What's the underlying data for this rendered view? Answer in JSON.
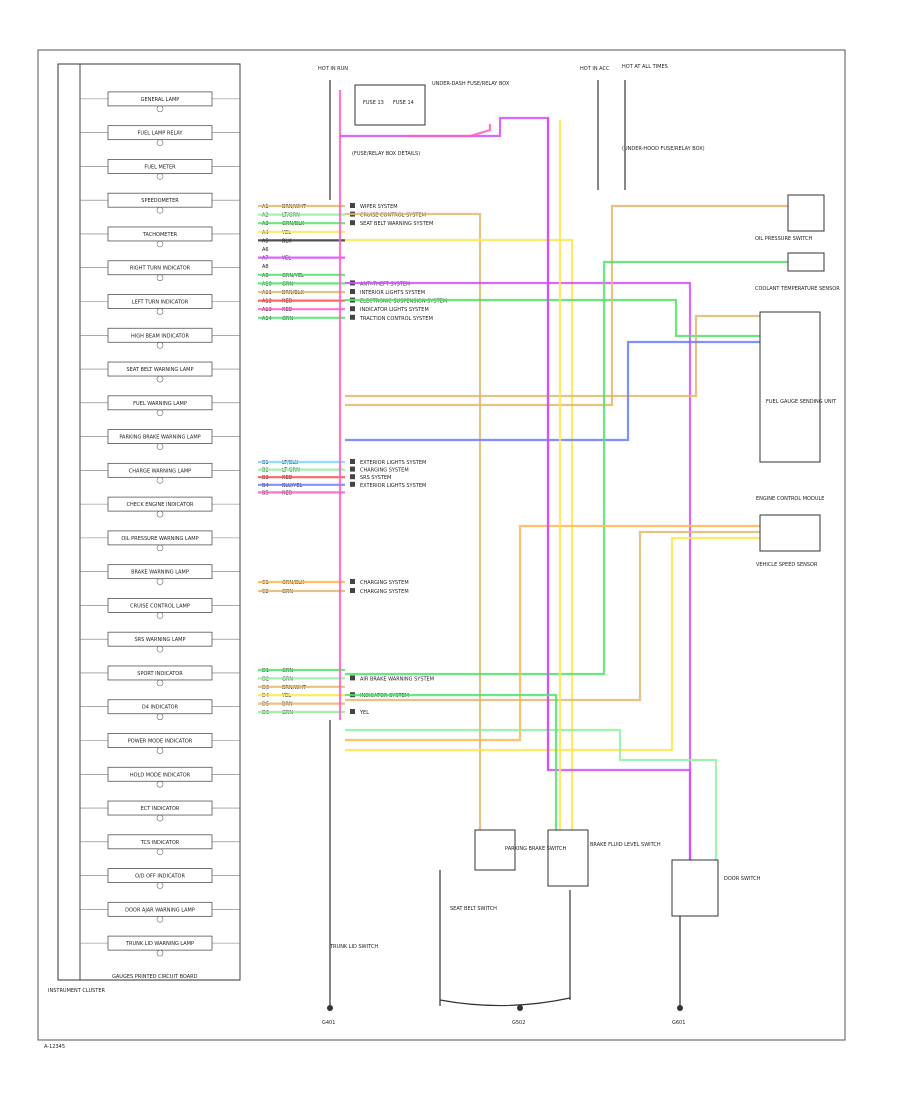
{
  "title": "",
  "colors": {
    "pink": "#ff5fbf",
    "magenta": "#d24dff",
    "green": "#4fe36a",
    "lightgreen": "#8ff0a0",
    "yellow": "#ffe64d",
    "tan": "#e0b870",
    "orange": "#ffb74d",
    "blue": "#6a7dff",
    "lightblue": "#7fd6ff",
    "red": "#ff4d4d",
    "black": "#333333"
  },
  "cluster": {
    "label": "INSTRUMENT CLUSTER",
    "bottom_label": "GAUGES PRINTED CIRCUIT BOARD",
    "items": [
      "GENERAL LAMP",
      "FUEL LAMP RELAY",
      "FUEL METER",
      "SPEEDOMETER",
      "TACHOMETER",
      "RIGHT TURN INDICATOR",
      "LEFT TURN INDICATOR",
      "HIGH BEAM INDICATOR",
      "SEAT BELT WARNING LAMP",
      "FUEL WARNING LAMP",
      "PARKING BRAKE WARNING LAMP",
      "CHARGE WARNING LAMP",
      "CHECK ENGINE INDICATOR",
      "OIL PRESSURE WARNING LAMP",
      "BRAKE WARNING LAMP",
      "CRUISE CONTROL LAMP",
      "SRS WARNING LAMP",
      "SPORT INDICATOR",
      "D4 INDICATOR",
      "POWER MODE INDICATOR",
      "HOLD MODE INDICATOR",
      "ECT INDICATOR",
      "TCS INDICATOR",
      "O/D OFF INDICATOR",
      "DOOR AJAR WARNING LAMP",
      "TRUNK LID WARNING LAMP"
    ]
  },
  "wire_rows": [
    {
      "pin": "A1",
      "color": "BRN/WHT",
      "wire": "tan",
      "target": "WIPER SYSTEM"
    },
    {
      "pin": "A2",
      "color": "LT/GRN",
      "wire": "lightgreen",
      "target": "CRUISE CONTROL SYSTEM"
    },
    {
      "pin": "A3",
      "color": "GRN/BLK",
      "wire": "green",
      "target": "SEAT BELT WARNING SYSTEM"
    },
    {
      "pin": "A4",
      "color": "YEL",
      "wire": "yellow",
      "target": ""
    },
    {
      "pin": "A5",
      "color": "BLK",
      "wire": "black",
      "target": ""
    },
    {
      "pin": "A6",
      "color": "",
      "wire": "",
      "target": ""
    },
    {
      "pin": "A7",
      "color": "YEL",
      "wire": "magenta",
      "target": ""
    },
    {
      "pin": "A8",
      "color": "",
      "wire": "",
      "target": ""
    },
    {
      "pin": "A9",
      "color": "GRN/YEL",
      "wire": "green",
      "target": ""
    },
    {
      "pin": "A10",
      "color": "GRN",
      "wire": "green",
      "target": "ANTI-THEFT SYSTEM"
    },
    {
      "pin": "A11",
      "color": "BRN/BLK",
      "wire": "tan",
      "target": "INTERIOR LIGHTS SYSTEM"
    },
    {
      "pin": "A12",
      "color": "RED",
      "wire": "red",
      "target": "ELECTRONIC SUSPENSION SYSTEM"
    },
    {
      "pin": "A13",
      "color": "RED",
      "wire": "pink",
      "target": "INDICATOR LIGHTS SYSTEM"
    },
    {
      "pin": "A14",
      "color": "GRN",
      "wire": "green",
      "target": "TRACTION CONTROL SYSTEM"
    }
  ],
  "wire_rows_mid": [
    {
      "pin": "B1",
      "color": "LT/BLU",
      "wire": "lightblue",
      "target": "EXTERIOR LIGHTS SYSTEM"
    },
    {
      "pin": "B2",
      "color": "LT GRN",
      "wire": "lightgreen",
      "target": "CHARGING SYSTEM"
    },
    {
      "pin": "B3",
      "color": "RED",
      "wire": "red",
      "target": "SRS SYSTEM"
    },
    {
      "pin": "B4",
      "color": "BLU/YEL",
      "wire": "blue",
      "target": "EXTERIOR LIGHTS SYSTEM"
    },
    {
      "pin": "B5",
      "color": "RED",
      "wire": "pink",
      "target": ""
    }
  ],
  "wire_rows_low": [
    {
      "pin": "C1",
      "color": "ORN/BLK",
      "wire": "orange",
      "target": "CHARGING SYSTEM"
    },
    {
      "pin": "C2",
      "color": "GRN",
      "wire": "tan",
      "target": "CHARGING SYSTEM"
    }
  ],
  "wire_rows_bottom": [
    {
      "pin": "D1",
      "color": "GRN",
      "wire": "green",
      "target": ""
    },
    {
      "pin": "D2",
      "color": "GRN",
      "wire": "lightgreen",
      "target": "AIR BRAKE WARNING SYSTEM"
    },
    {
      "pin": "D3",
      "color": "BRN/WHT",
      "wire": "tan",
      "target": ""
    },
    {
      "pin": "D4",
      "color": "YEL",
      "wire": "yellow",
      "target": "INDICATOR SYSTEM"
    },
    {
      "pin": "D5",
      "color": "BRN",
      "wire": "tan",
      "target": ""
    },
    {
      "pin": "D6",
      "color": "GRN",
      "wire": "lightgreen",
      "target": "YEL"
    }
  ],
  "top_components": {
    "hot_run": "HOT IN RUN",
    "fuse_box": "UNDER-DASH FUSE/RELAY BOX",
    "fuse1": "FUSE 13",
    "fuse2": "FUSE 14",
    "fuse_note": "(FUSE/RELAY BOX DETAILS)",
    "hot_at_all_times": "HOT AT ALL TIMES",
    "hot_at": "HOT IN ACC",
    "right_note": "(UNDER-HOOD FUSE/RELAY BOX)"
  },
  "right_components": {
    "oil_switch": "OIL PRESSURE SWITCH",
    "coolant_sensor": "COOLANT TEMPERATURE SENSOR",
    "fuel_gauge": "FUEL GAUGE SENDING UNIT",
    "engine_unit": "ENGINE CONTROL MODULE",
    "vss": "VEHICLE SPEED SENSOR"
  },
  "bottom_components": {
    "parking_switch": "PARKING BRAKE SWITCH",
    "brake_fluid": "BRAKE FLUID LEVEL SWITCH",
    "seat_belt": "SEAT BELT SWITCH",
    "door_switch": "DOOR SWITCH",
    "trunk_switch": "TRUNK LID SWITCH",
    "ground1": "G401",
    "ground2": "G502",
    "ground3": "G601"
  },
  "footer": "A-12345"
}
